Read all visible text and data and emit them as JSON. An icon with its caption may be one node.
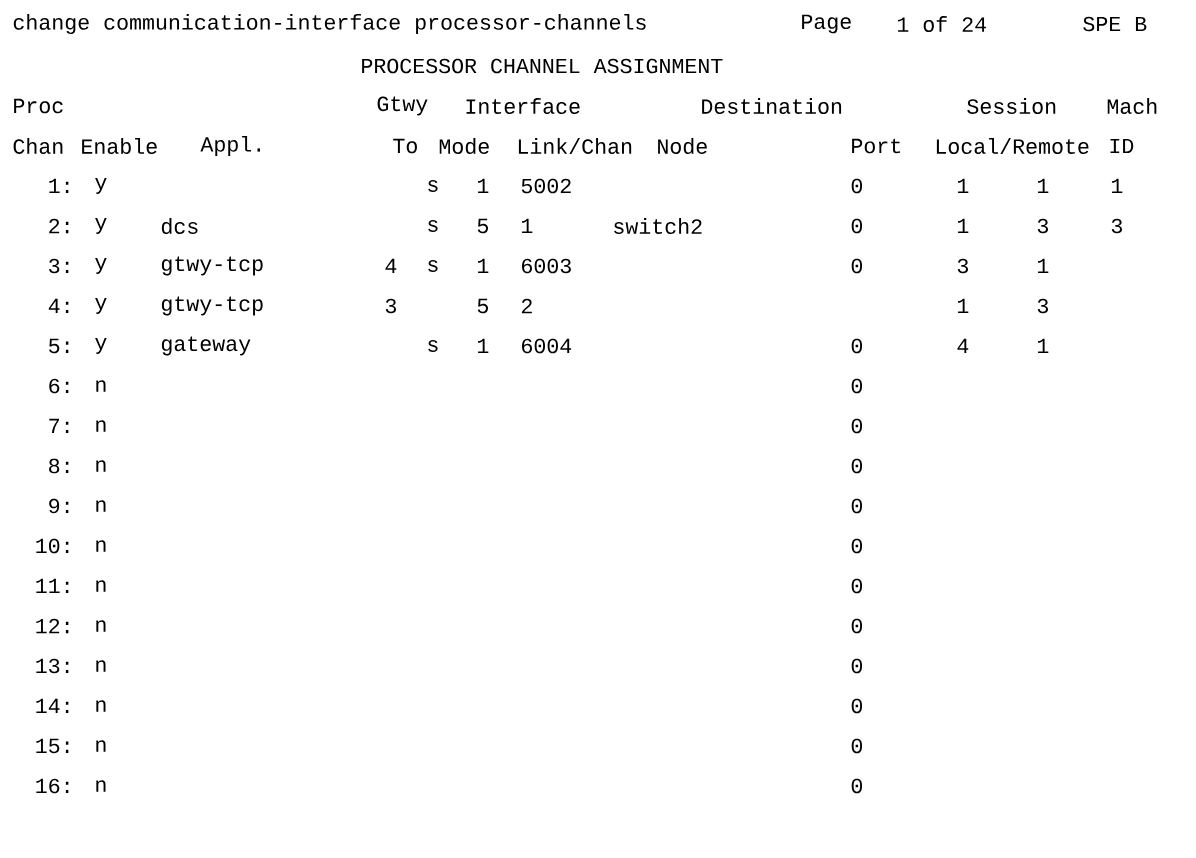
{
  "diagram": {
    "labels": [
      "change communication-interface processor-channels",
      "Page",
      "1 of 24",
      "SPE B",
      "PROCESSOR CHANNEL ASSIGNMENT",
      "Proc",
      "Gtwy",
      "Interface",
      "Destination",
      "Session",
      "Mach",
      "Chan",
      "Enable",
      "Appl.",
      "To",
      "Mode",
      "Link/Chan",
      "Node",
      "Port",
      "Local/Remote",
      "ID",
      "1:",
      "y",
      "s",
      "1",
      "5002",
      "0",
      "1",
      "1",
      "1",
      "2:",
      "y",
      "dcs",
      "s",
      "5",
      "1",
      "switch2",
      "0",
      "1",
      "3",
      "3",
      "3:",
      "y",
      "gtwy-tcp",
      "4",
      "s",
      "1",
      "6003",
      "0",
      "3",
      "1",
      "4:",
      "y",
      "gtwy-tcp",
      "3",
      "5",
      "2",
      "1",
      "3",
      "5:",
      "y",
      "gateway",
      "s",
      "1",
      "6004",
      "0",
      "4",
      "1",
      "6:",
      "n",
      "0",
      "7:",
      "n",
      "0",
      "8:",
      "n",
      "0",
      "9:",
      "n",
      "0",
      "10:",
      "n",
      "0",
      "11:",
      "n",
      "0",
      "12:",
      "n",
      "0",
      "13:",
      "n",
      "0",
      "14:",
      "n",
      "0",
      "15:",
      "n",
      "0",
      "16:",
      "n",
      "0"
    ]
  }
}
